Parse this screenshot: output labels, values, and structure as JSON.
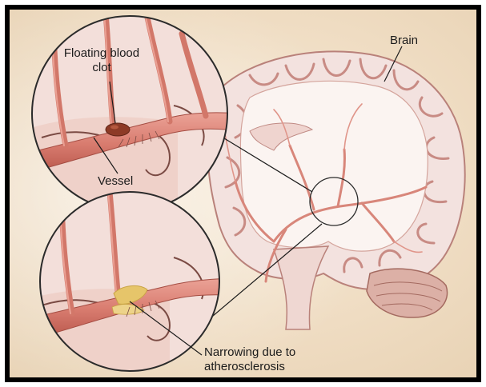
{
  "labels": {
    "brain": "Brain",
    "floating_clot": "Floating blood clot",
    "vessel": "Vessel",
    "narrowing": "Narrowing due to atherosclerosis"
  },
  "colors": {
    "frame": "#000000",
    "background": "#f1e0c8",
    "brain_fill": "#f3e2df",
    "brain_stroke": "#b9817a",
    "gyri_stroke": "#c88b84",
    "artery": "#d8867a",
    "artery_dark": "#b45a52",
    "clot": "#8d3a26",
    "plaque": "#e6c56a"
  }
}
